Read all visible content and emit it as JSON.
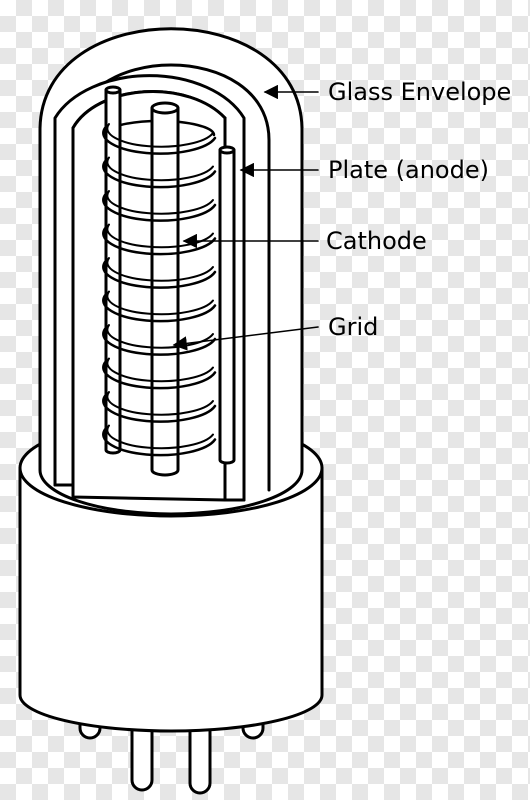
{
  "diagram": {
    "labels": {
      "glass_envelope": "Glass Envelope",
      "plate": "Plate (anode)",
      "cathode": "Cathode",
      "grid": "Grid"
    },
    "colors": {
      "line": "#000000",
      "fill": "#ffffff",
      "checker": "#e6e6e6"
    }
  }
}
